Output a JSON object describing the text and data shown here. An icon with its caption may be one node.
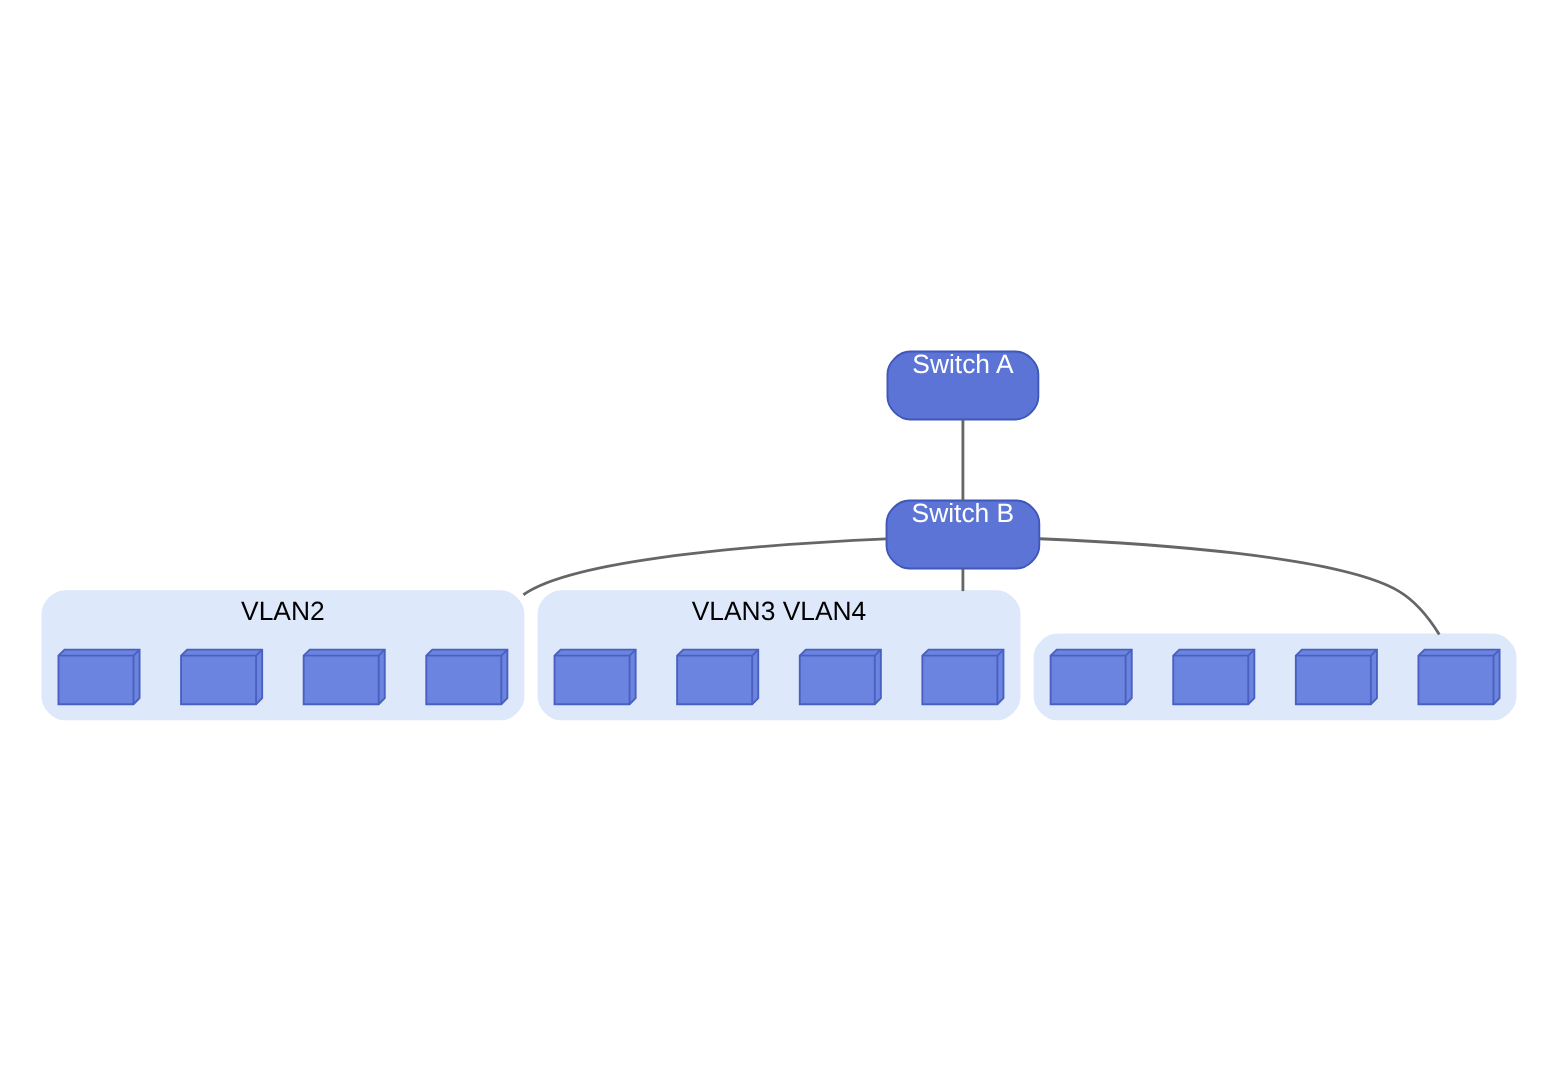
{
  "diagram": {
    "nodes": [
      {
        "text": [
          "Switch A"
        ]
      },
      {
        "text": [
          "Switch B"
        ]
      },
      {
        "text": [
          "VLAN2"
        ]
      },
      {
        "text": [],
        "shape": "laptop",
        "in": 2
      },
      {
        "text": [],
        "shape": "laptop",
        "in": 2
      },
      {
        "text": [],
        "shape": "laptop",
        "in": 2
      },
      {
        "text": [],
        "shape": "laptop",
        "in": 2
      },
      {
        "text": [
          "VLAN3 VLAN4"
        ]
      },
      {
        "text": [],
        "shape": "laptop",
        "in": 7
      },
      {
        "text": [],
        "shape": "laptop",
        "in": 7
      },
      {
        "text": [],
        "shape": "laptop",
        "in": 7
      },
      {
        "text": [],
        "shape": "laptop",
        "in": 7
      },
      {
        "text": [],
        "shape": "box"
      },
      {
        "text": [],
        "shape": "laptop",
        "in": 12
      },
      {
        "text": [],
        "shape": "laptop",
        "in": 12
      },
      {
        "text": [],
        "shape": "laptop",
        "in": 12
      },
      {
        "text": [],
        "shape": "laptop",
        "in": 12
      }
    ],
    "edges": [
      {
        "from": 0,
        "to": 1,
        "arrow": "none"
      },
      {
        "from": 1,
        "to": 2,
        "arrow": "none"
      },
      {
        "from": 1,
        "to": 7,
        "arrow": "none"
      },
      {
        "from": 1,
        "to": 12,
        "arrow": "none"
      }
    ]
  }
}
